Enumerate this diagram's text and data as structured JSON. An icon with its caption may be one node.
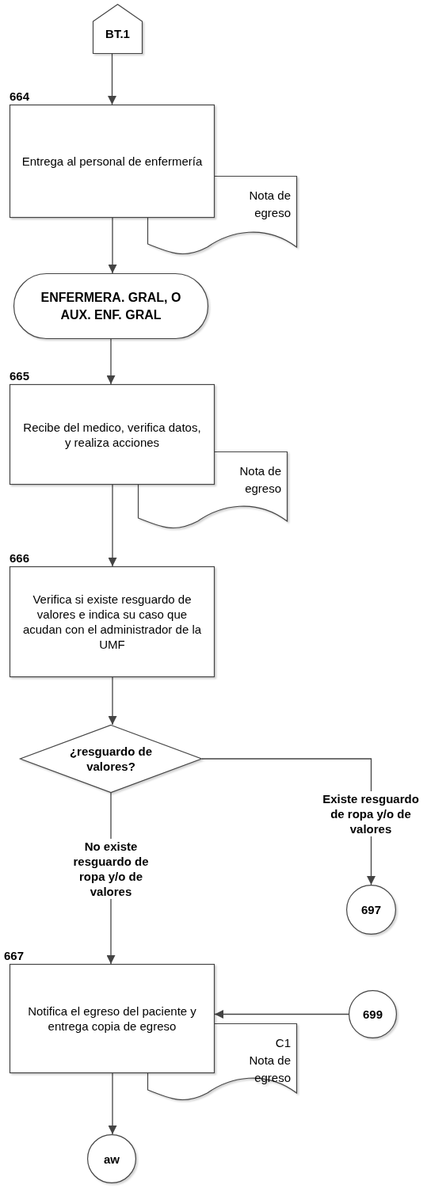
{
  "diagram": {
    "nodes": [
      {
        "text": [
          "BT.1"
        ]
      },
      {
        "text": [
          "Entrega al personal de enfermería"
        ],
        "beside": [
          "664"
        ]
      },
      {
        "text": [
          "Nota de egreso"
        ]
      },
      {
        "text": [
          "ENFERMERA. GRAL, O AUX. ENF. GRAL"
        ]
      },
      {
        "text": [
          "Recibe del medico, verifica datos, y realiza acciones"
        ],
        "beside": [
          "665"
        ]
      },
      {
        "text": [
          "Nota de egreso"
        ]
      },
      {
        "text": [
          "Verifica si existe resguardo de valores e indica su caso que acudan con el administrador de la UMF"
        ],
        "beside": [
          "666"
        ]
      },
      {
        "text": [
          "¿resguardo de valores?"
        ]
      },
      {
        "text": [
          "697"
        ]
      },
      {
        "text": [
          "Notifica el egreso del paciente y entrega copia de egreso"
        ],
        "beside": [
          "667"
        ]
      },
      {
        "text": [
          "699"
        ]
      },
      {
        "text": [
          "C1",
          "Nota de egreso"
        ]
      },
      {
        "text": [
          "aw"
        ]
      }
    ],
    "edges": [
      {
        "from": 0,
        "to": 1,
        "arrow": "to"
      },
      {
        "from": 1,
        "to": 3,
        "arrow": "to"
      },
      {
        "from": 3,
        "to": 4,
        "arrow": "to"
      },
      {
        "from": 4,
        "to": 6,
        "arrow": "to"
      },
      {
        "from": 6,
        "to": 7,
        "arrow": "to"
      },
      {
        "from": 7,
        "to": 8,
        "arrow": "to",
        "label": "Existe resguardo de ropa y/o de valores"
      },
      {
        "from": 7,
        "to": 9,
        "arrow": "to",
        "label": "No existe resguardo de ropa y/o de valores"
      },
      {
        "from": 10,
        "to": 9,
        "arrow": "to"
      },
      {
        "from": 9,
        "to": 12,
        "arrow": "to"
      }
    ]
  }
}
